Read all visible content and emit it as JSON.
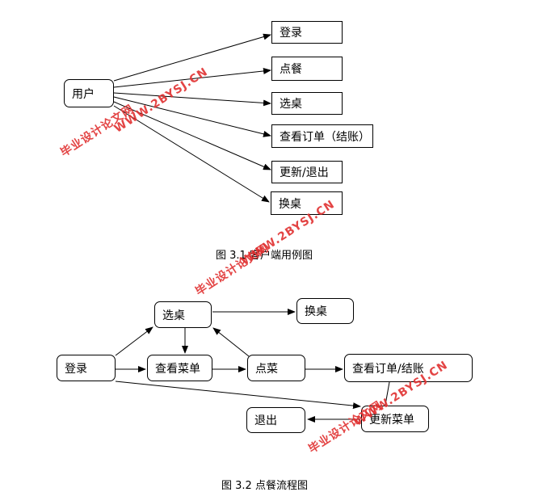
{
  "diagram1": {
    "actor": "用户",
    "use_cases": [
      "登录",
      "点餐",
      "选桌",
      "查看订单（结账）",
      "更新/退出",
      "换桌"
    ],
    "caption": "图 3.1 客户端用例图"
  },
  "diagram2": {
    "nodes": {
      "login": "登录",
      "select_table": "选桌",
      "change_table": "换桌",
      "view_menu": "查看菜单",
      "order_dish": "点菜",
      "view_order": "查看订单/结账",
      "update_menu": "更新菜单",
      "logout": "退出"
    },
    "caption": "图 3.2 点餐流程图"
  },
  "watermarks": [
    {
      "line1": "毕业设计论文网",
      "line2": "WWW.2BYSJ.CN"
    },
    {
      "line1": "毕业设计论文网",
      "line2": "WWW.2BYSJ.CN"
    },
    {
      "line1": "毕业设计论文网",
      "line2": "WWW.2BYSJ.CN"
    }
  ]
}
